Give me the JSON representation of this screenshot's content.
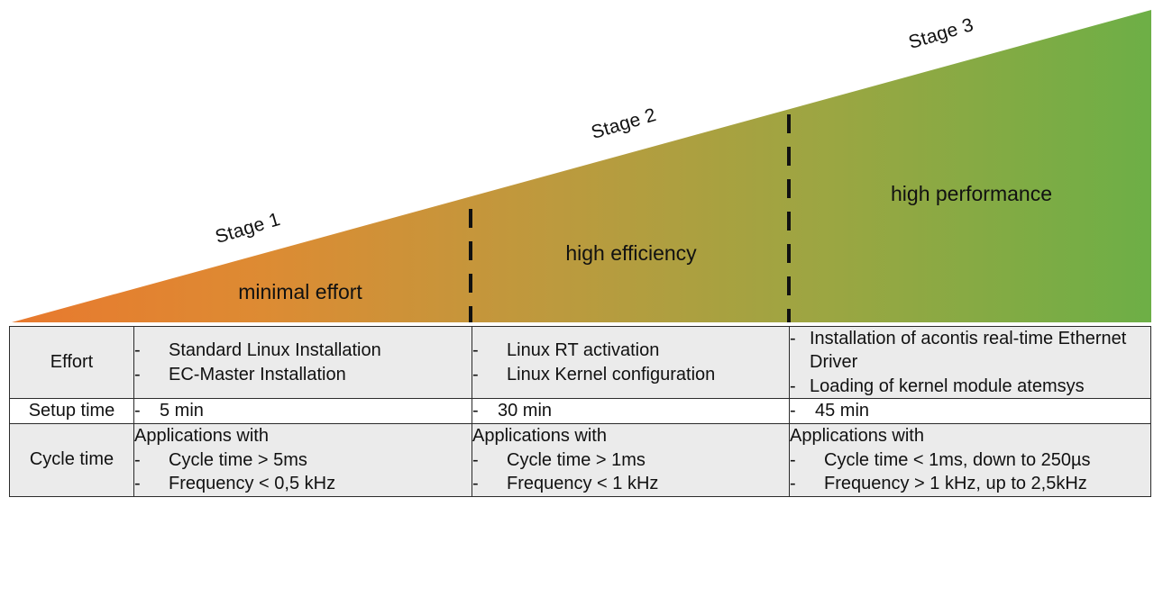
{
  "ramp": {
    "colors": {
      "start": "#E8792E",
      "mid": "#BC9A3E",
      "end": "#6DAF46"
    },
    "stages": [
      {
        "tag": "Stage 1",
        "caption": "minimal effort"
      },
      {
        "tag": "Stage 2",
        "caption": "high efficiency"
      },
      {
        "tag": "Stage 3",
        "caption": "high performance"
      }
    ]
  },
  "table": {
    "rows": [
      {
        "header": "Effort",
        "shaded": true,
        "cells": [
          {
            "lead": "",
            "items": [
              "Standard Linux Installation",
              "EC-Master Installation"
            ]
          },
          {
            "lead": "",
            "items": [
              "Linux RT activation",
              "Linux Kernel configuration"
            ]
          },
          {
            "lead": "",
            "items": [
              "Installation of acontis real-time Ethernet Driver",
              "Loading of kernel module atemsys"
            ]
          }
        ]
      },
      {
        "header": "Setup time",
        "shaded": false,
        "cells": [
          {
            "lead": "",
            "items": [
              "5 min"
            ]
          },
          {
            "lead": "",
            "items": [
              "30 min"
            ]
          },
          {
            "lead": "",
            "items": [
              "45 min"
            ]
          }
        ]
      },
      {
        "header": "Cycle time",
        "shaded": true,
        "cells": [
          {
            "lead": "Applications with",
            "items": [
              "Cycle time > 5ms",
              "Frequency < 0,5 kHz"
            ]
          },
          {
            "lead": "Applications with",
            "items": [
              "Cycle time > 1ms",
              "Frequency < 1 kHz"
            ]
          },
          {
            "lead": "Applications with",
            "items": [
              "Cycle time < 1ms, down to 250µs",
              "Frequency > 1 kHz, up to 2,5kHz"
            ]
          }
        ]
      }
    ]
  }
}
